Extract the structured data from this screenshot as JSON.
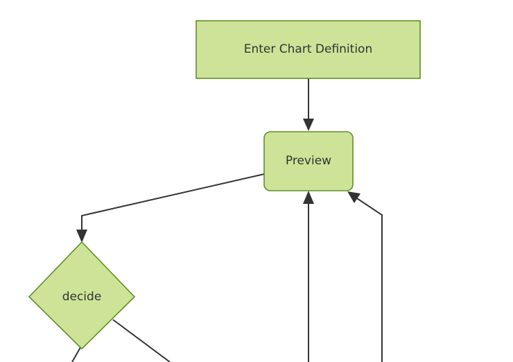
{
  "diagram": {
    "type": "flowchart",
    "direction": "top-down",
    "background_color": "#ffffff",
    "node_fill_color": "#cde498",
    "node_border_color": "#5f9026",
    "edge_color": "#333333",
    "text_color": "#333333",
    "nodes": [
      {
        "id": "enter-chart-definition",
        "label": "Enter Chart Definition",
        "shape": "rectangle"
      },
      {
        "id": "preview",
        "label": "Preview",
        "shape": "rounded-rectangle"
      },
      {
        "id": "decide",
        "label": "decide",
        "shape": "diamond"
      }
    ],
    "edges": [
      {
        "from": "enter-chart-definition",
        "to": "preview",
        "label": ""
      },
      {
        "from": "preview",
        "to": "decide",
        "label": ""
      },
      {
        "from": "offscreen-bottom-left",
        "to": "preview",
        "label": ""
      },
      {
        "from": "offscreen-bottom-right",
        "to": "preview",
        "label": ""
      },
      {
        "from": "decide",
        "to": "offscreen-bottom-a",
        "label": ""
      },
      {
        "from": "decide",
        "to": "offscreen-bottom-b",
        "label": ""
      }
    ]
  }
}
